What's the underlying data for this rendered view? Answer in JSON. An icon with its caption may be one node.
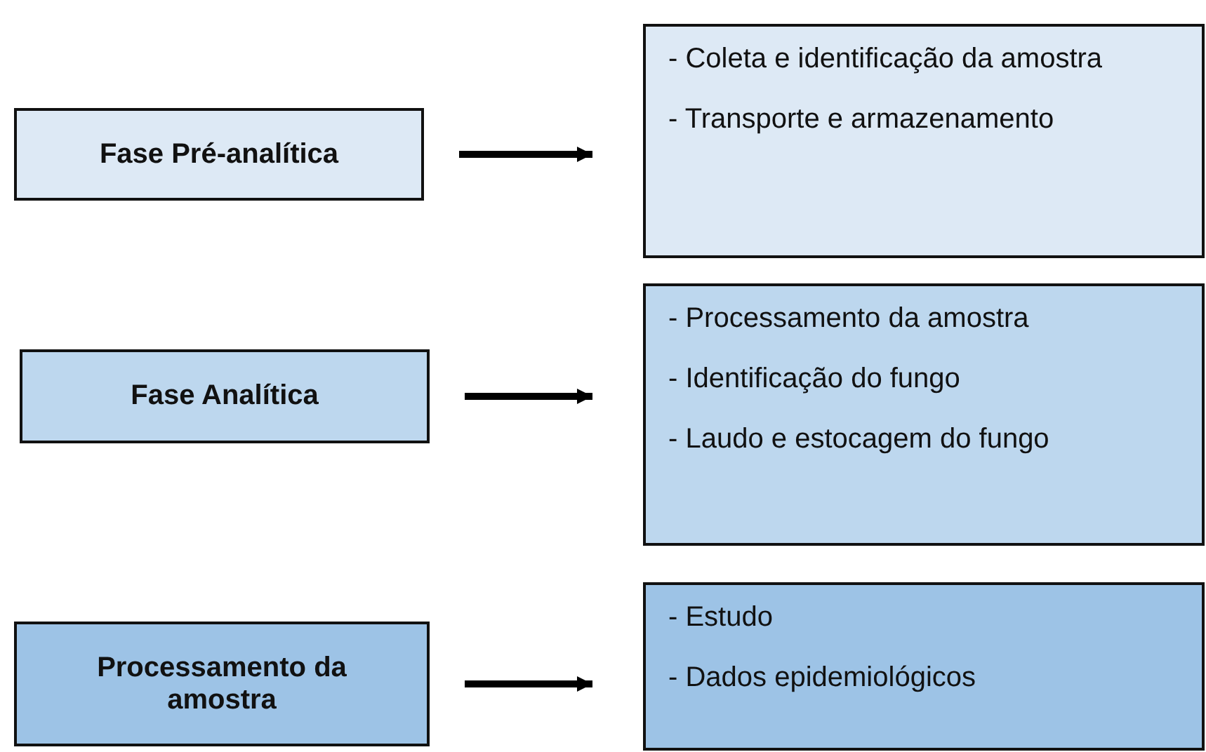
{
  "diagram": {
    "nodes": [
      {
        "text": [
          "Fase Pré-analítica"
        ]
      },
      {
        "text": [
          "- Coleta e identificação da amostra",
          "- Transporte e armazenamento"
        ]
      },
      {
        "text": [
          "Fase Analítica"
        ]
      },
      {
        "text": [
          "- Processamento da amostra",
          "- Identificação do fungo",
          "- Laudo e estocagem do fungo"
        ]
      },
      {
        "text": [
          "Processamento da amostra"
        ]
      },
      {
        "text": [
          "- Estudo",
          "- Dados epidemiológicos"
        ]
      }
    ],
    "edges": [
      {
        "from": 0,
        "to": 1,
        "arrow": "to"
      },
      {
        "from": 2,
        "to": 3,
        "arrow": "to"
      },
      {
        "from": 4,
        "to": 5,
        "arrow": "to"
      }
    ]
  }
}
